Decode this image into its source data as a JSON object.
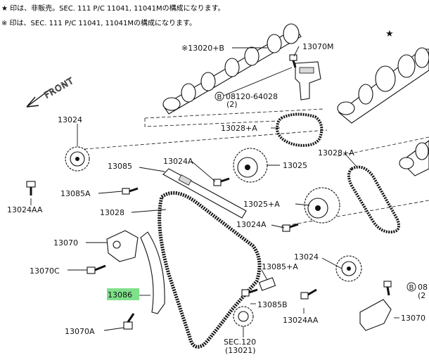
{
  "notes": {
    "line1": "★ 印は、非販売。SEC. 111  P/C 11041, 11041Mの構成になります。",
    "line2": "※ 印は、SEC. 111  P/C 11041, 11041Mの構成になります。"
  },
  "labels": {
    "front": "FRONT",
    "star": "★",
    "camshaft_13020B": "※13020+B",
    "p13070M": "13070M",
    "bolt_circle": "B",
    "bolt_08120": "08120-64028",
    "bolt_08120_qty": "(2)",
    "bolt_circle_right": "B",
    "bolt_08_partial": "08",
    "bolt_2_partial": "(2",
    "p13024_top": "13024",
    "p13028A_top": "13028+A",
    "p13028A_right": "13028+A",
    "p13024A_top": "13024A",
    "p13085": "13085",
    "p13025": "13025",
    "p13085A": "13085A",
    "p13024AA_left": "13024AA",
    "p13028": "13028",
    "p13025A": "13025+A",
    "p13024A_mid": "13024A",
    "p13070": "13070",
    "p13024_right": "13024",
    "p13085A_right": "13085+A",
    "p13070C": "13070C",
    "p13086": "13086",
    "p13085B": "13085B",
    "p13024AA_right": "13024AA",
    "p13070_right": "13070",
    "p13070A": "13070A",
    "sec120": "SEC.120",
    "sec120_ref": "(13021)"
  },
  "colors": {
    "highlight": "#7fe08a",
    "line": "#111111",
    "background": "#ffffff"
  }
}
